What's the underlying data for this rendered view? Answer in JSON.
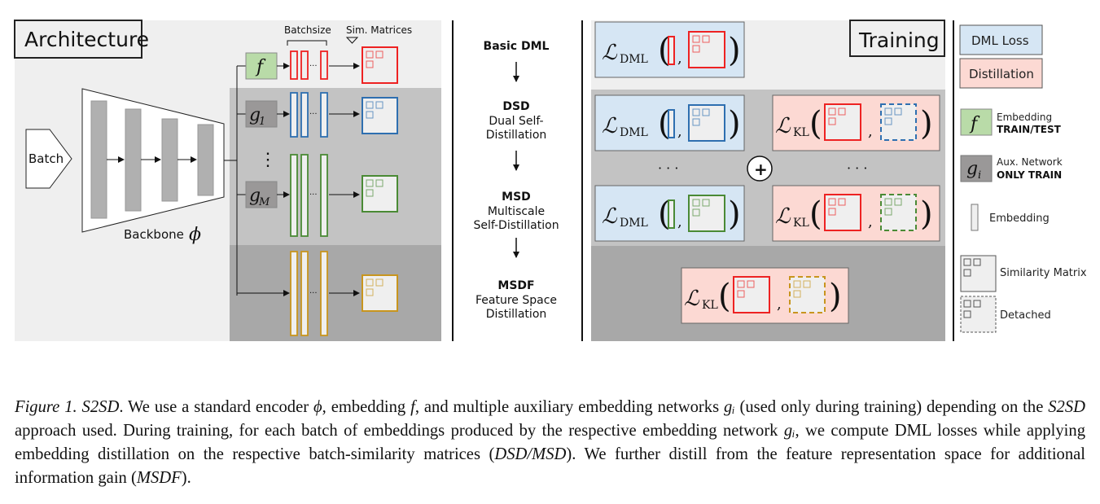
{
  "architecture": {
    "title": "Architecture",
    "batch_label": "Batch",
    "backbone_label": "Backbone",
    "backbone_symbol": "ϕ",
    "batchsize_label": "Batchsize",
    "sim_matrices_label": "Sim. Matrices",
    "ellipsis": "···",
    "vdots": "⋮",
    "heads": [
      {
        "symbol": "f",
        "sub": "",
        "color": "#ee2222",
        "box": "#b9dba8",
        "kind": "embedding"
      },
      {
        "symbol": "g",
        "sub": "1",
        "color": "#2e6fb0",
        "box": "#9a9898",
        "kind": "aux"
      },
      {
        "symbol": "g",
        "sub": "M",
        "color": "#4a8a35",
        "box": "#9a9898",
        "kind": "aux"
      },
      {
        "symbol": "",
        "sub": "",
        "color": "#c8951e",
        "box": "",
        "kind": "feature"
      }
    ]
  },
  "flow": {
    "steps": [
      {
        "name": "Basic DML",
        "desc": ""
      },
      {
        "name": "DSD",
        "desc": "Dual Self-\nDistillation"
      },
      {
        "name": "MSD",
        "desc": "Multiscale\nSelf-Distillation"
      },
      {
        "name": "MSDF",
        "desc": "Feature Space\nDistillation"
      }
    ]
  },
  "training": {
    "title": "Training",
    "plus": "+",
    "ellipsis": "· · ·",
    "loss_symbol": "ℒ",
    "dml_sub": "DML",
    "kl_sub": "KL",
    "comma": ","
  },
  "legend": {
    "dml_loss": "DML Loss",
    "distillation": "Distillation",
    "embedding_symbol": "f",
    "embedding_title": "Embedding",
    "embedding_sub": "TRAIN/TEST",
    "aux_symbol": "g",
    "aux_sub_index": "i",
    "aux_title": "Aux.  Network",
    "aux_sub": "ONLY TRAIN",
    "embedding_label": "Embedding",
    "similarity_label": "Similarity Matrix",
    "detached_label": "Detached"
  },
  "colors": {
    "red": "#ee2222",
    "blue": "#2e6fb0",
    "green": "#4a8a35",
    "gold": "#c8951e",
    "dml_bg": "#d6e6f4",
    "kl_bg": "#fcd9d3",
    "f_box": "#b9dba8",
    "g_box": "#9a9898"
  },
  "caption": {
    "fig_label": "Figure 1.",
    "fig_name": "S2SD",
    "p1": ". We use a standard encoder ",
    "phi": "ϕ",
    "p2": ", embedding ",
    "f": "f",
    "p3": ", and multiple auxiliary embedding networks ",
    "gi": "gᵢ",
    "p4": " (used only during training) depending on the ",
    "s2sd": "S2SD",
    "p5": " approach used. During training, for each batch of embeddings produced by the respective embedding network ",
    "gi2": "gᵢ",
    "p6": ", we compute DML losses while applying embedding distillation on the respective batch-similarity matrices (",
    "dsdmsd": "DSD/MSD",
    "p7": "). We further distill from the feature representation space for additional information gain (",
    "msdf": "MSDF",
    "p8": ")."
  }
}
